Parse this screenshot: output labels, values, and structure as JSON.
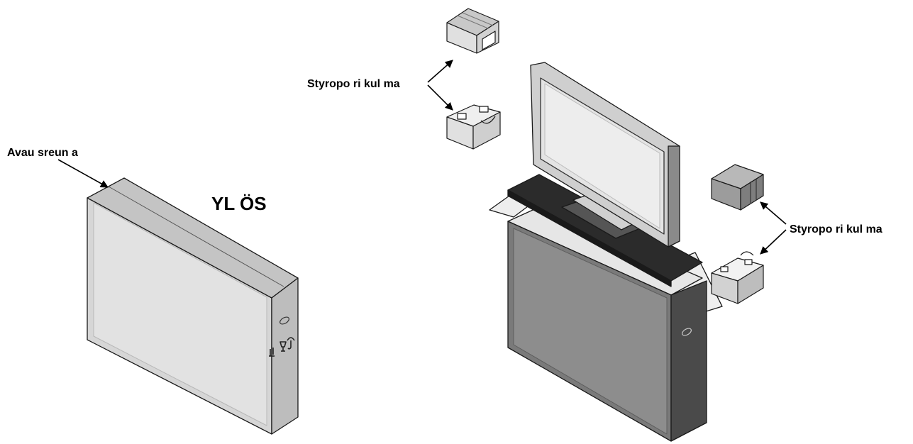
{
  "labels": {
    "opening_edge": "Avau sreun a",
    "up_marking": "YL ÖS",
    "styrofoam_corner_top": "Styropo ri kul ma",
    "styrofoam_corner_right": "Styropo ri kul ma"
  },
  "colors": {
    "outline": "#1a1a1a",
    "box_light": "#d9d9d9",
    "box_mid": "#bdbdbd",
    "box_dark": "#8c8c8c",
    "carton_dark": "#6e6e6e",
    "stand_black": "#2b2b2b"
  },
  "icons": [
    "arrow-icon",
    "this-side-up-icon",
    "fragile-glass-icon",
    "umbrella-keep-dry-icon",
    "handle-hole-icon"
  ]
}
